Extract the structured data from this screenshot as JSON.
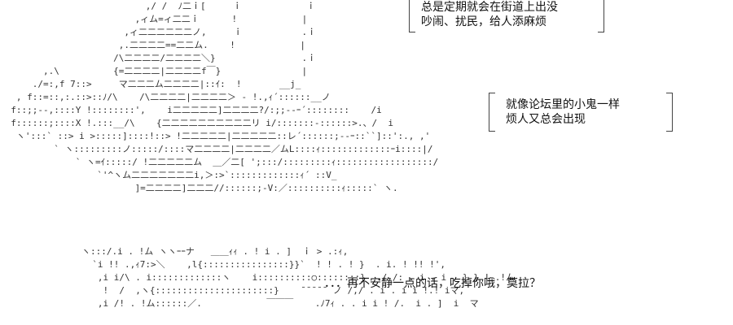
{
  "captions": {
    "top_right": [
      "总是定期就会在街道上出没",
      "吵闹、扰民，给人添麻烦"
    ],
    "middle_right": [
      "就像论坛里的小鬼一样",
      "烦人又总会出现"
    ]
  },
  "speech": "．．．再不安静一点的话，吃掉你哦，莫拉？",
  "ascii_art": {
    "ship": [
      "                           ,/ /  ﾉ二ｉ[     ｉ            ｉ",
      "                         ,ィム=ィ二二ｉ      !            |",
      "                       ,ィ二二二二二二ノ,     ｉ           .ｉ",
      "                      ,.二二二二==二二ム.    !            |",
      "                     /\\二二二二/二二二二＼}                .ｉ",
      "        ,.\\          {=二二二二|二二二二f￣}               |",
      "      ./=:,f 7::>     マ二二二ム二二二二|::ｲ:  !       __j_",
      "   , f::=::,:.::>::ﾉ/\\    /\\二二二二|二二二二＞ - !.,ｨ´::::::__ノ",
      "  f::;;--,::::Y !::::::::',    i二二二二二]二二二二?/:;;--ｰ´::::::::    /i",
      "  f::::::;::::X !.:::__/\\    {二二二二二二二二二二リ i/:::::::-::::::>.、/  i",
      "   ヽ':::` ::> i >:::::]::::!::> !二二二二二|二二二二二::レ´::::::;--ｰ::``]::':., ,'",
      "          ` ヽ:::::::::ノ:::::/::::マ二二二二|二二二二／ムL::::ｨ:::::::::::::ｰi::::|/",
      "              ` ヽ=ｲ:::::/ !二二二二二ム  ＿／二[ ';:::/:::::::::ｨ::::::::::::::::::/",
      "                  `'^ヽム二二二二二二二i,＞:>`:::::::::::::ｨ´ ::V_",
      "                         ]=二二二二]二二二//::::::;-V:／::::::::::ｨ:::::` ヽ."
    ],
    "face": [
      "ヽ:::/.i . !ム ヽヽｰｰナ   ＿＿ｨｨ . ! i . ]  ｉ > .:ｨ,",
      "  `i !! .,ｨ7:>＼    ,l{::::::::::::::::}}`  ! ! . ! }  . i. ! !! !',",
      "   ,i i/\\ . i:::::::::::::ヽ    i::::::::::○::::::::}  ./ /: . i . i . } } ! .!ム",
      "    !  /  ,ヽ{::::::::::::::::::::::}    ̄ ̄ ̄ ̄ ̄  ノ /,/ . i . i i !.! iマ,",
      "   ,i /! . !ム::::::／.            ￣￣￣    .ﾉ7ｨ . . i i ! /.  i . ]  i  マ"
    ]
  }
}
